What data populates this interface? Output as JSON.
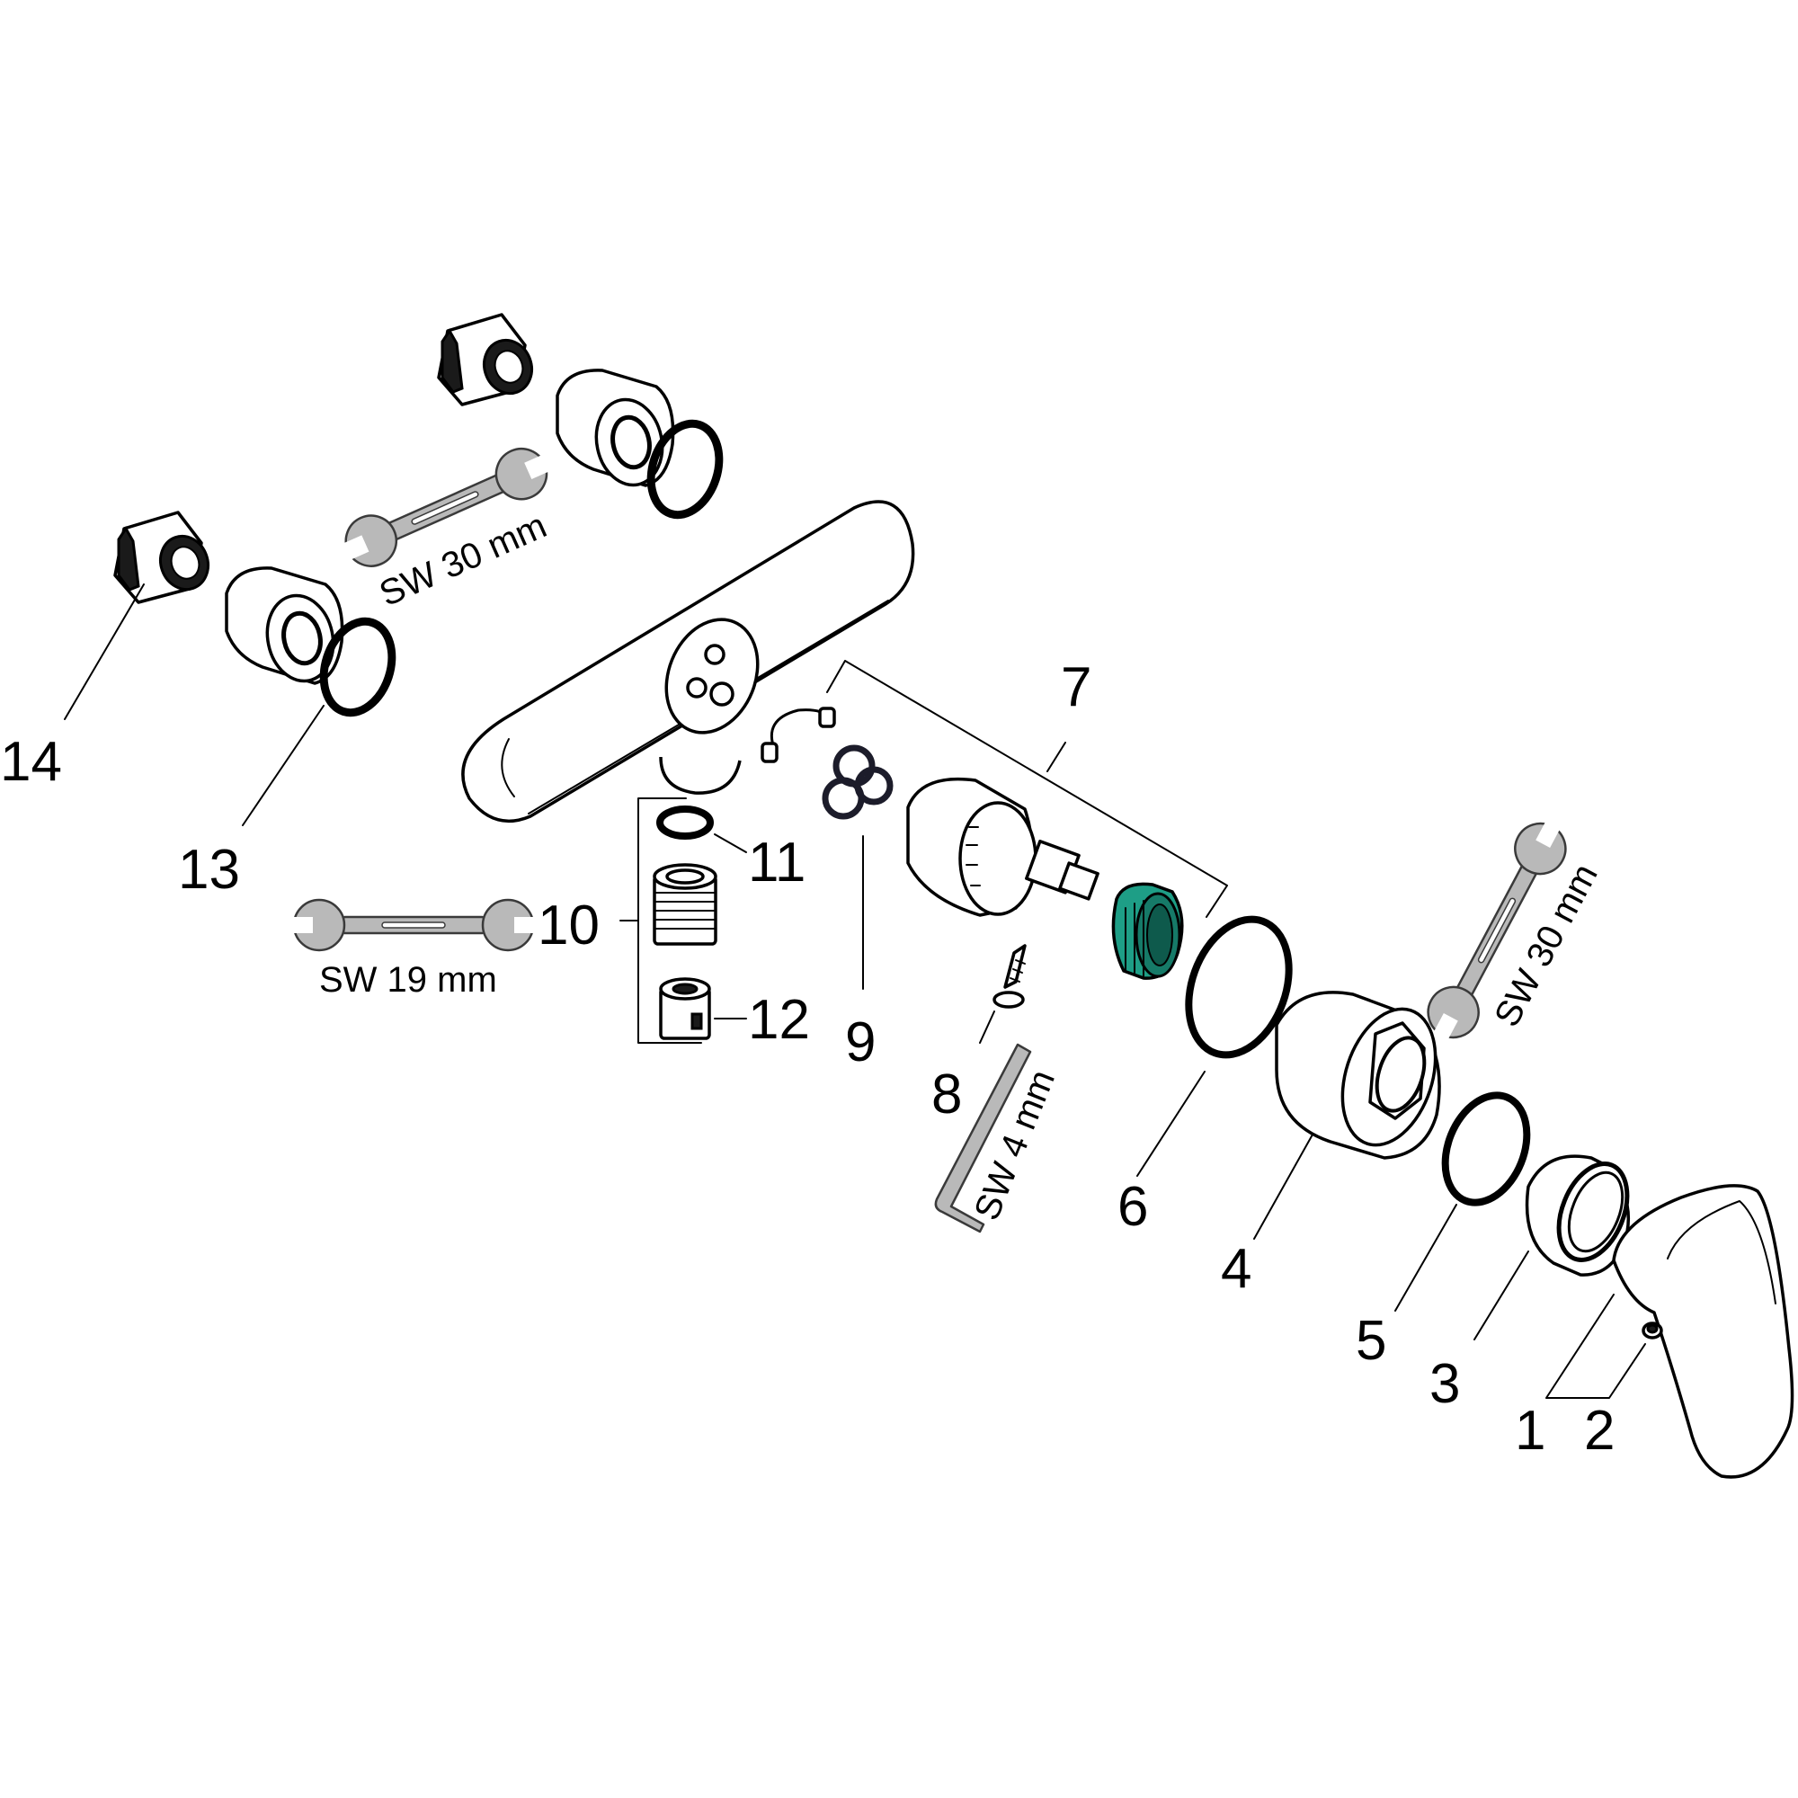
{
  "diagram": {
    "callouts": [
      "1",
      "2",
      "3",
      "4",
      "5",
      "6",
      "7",
      "8",
      "9",
      "10",
      "11",
      "12",
      "13",
      "14"
    ],
    "tool_labels": {
      "wrench_top": "SW 30 mm",
      "wrench_left": "SW 19 mm",
      "wrench_right": "SW 30 mm",
      "hex_key": "SW 4 mm"
    },
    "colors": {
      "line": "#000000",
      "tool_fill": "#b9b9b9",
      "highlight_part": "#1e9e86"
    }
  }
}
